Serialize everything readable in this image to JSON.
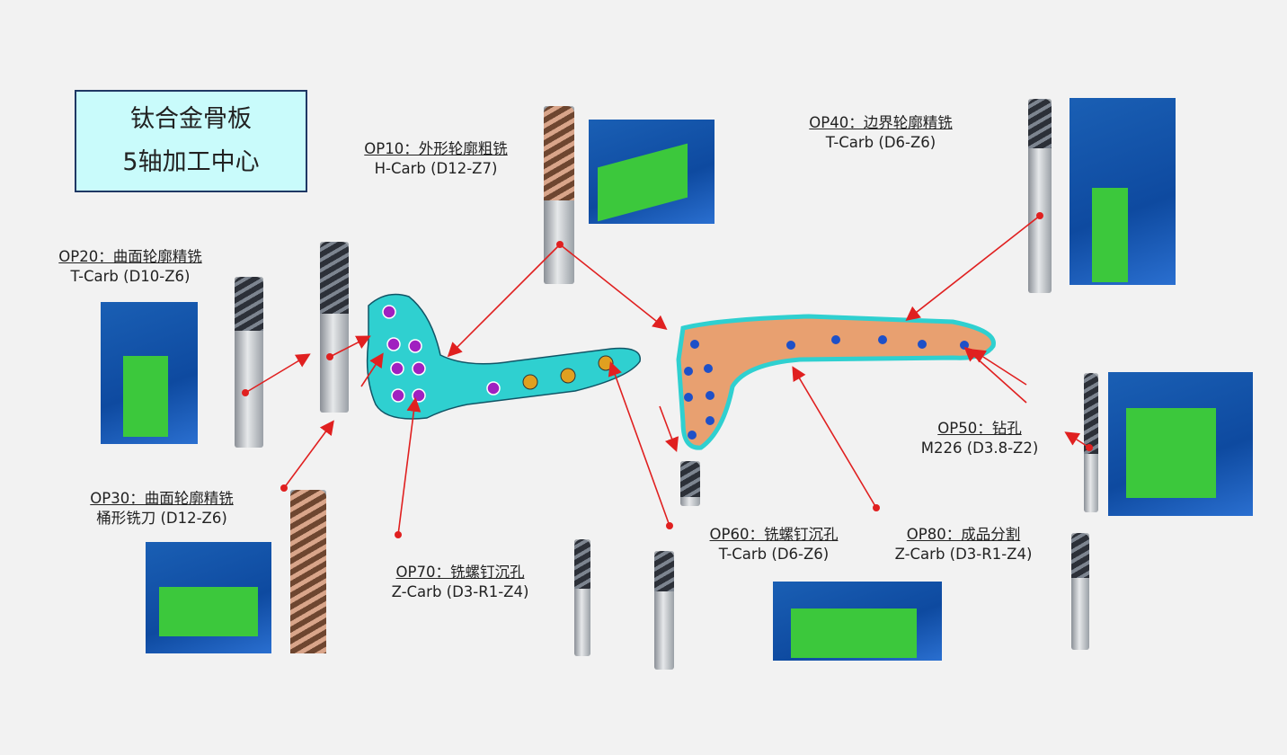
{
  "title": {
    "line1": "钛合金骨板",
    "line2": "5轴加工中心"
  },
  "operations": [
    {
      "id": "op10",
      "heading": "OP10：外形轮廓粗铣",
      "tool": "H-Carb (D12-Z7)"
    },
    {
      "id": "op20",
      "heading": "OP20：曲面轮廓精铣",
      "tool": "T-Carb (D10-Z6)"
    },
    {
      "id": "op30",
      "heading": "OP30：曲面轮廓精铣",
      "tool": "桶形铣刀  (D12-Z6)"
    },
    {
      "id": "op40",
      "heading": "OP40：边界轮廓精铣",
      "tool": "T-Carb (D6-Z6)"
    },
    {
      "id": "op50",
      "heading": "OP50：钻孔",
      "tool": "M226 (D3.8-Z2)"
    },
    {
      "id": "op60",
      "heading": "OP60：铣螺钉沉孔",
      "tool": "T-Carb (D6-Z6)"
    },
    {
      "id": "op70",
      "heading": "OP70：铣螺钉沉孔",
      "tool": "Z-Carb (D3-R1-Z4)"
    },
    {
      "id": "op80",
      "heading": "OP80：成品分割",
      "tool": "Z-Carb (D3-R1-Z4)"
    }
  ],
  "colors": {
    "arrow": "#e02020",
    "plate": "#2fd0d0",
    "copper": "#e8a070",
    "hole": "#a020c0"
  }
}
